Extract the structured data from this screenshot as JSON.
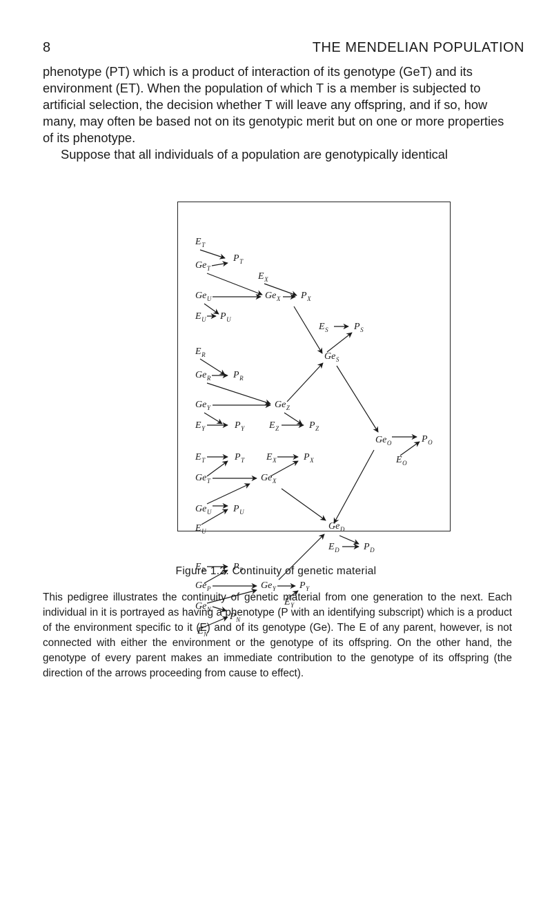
{
  "header": {
    "page_number": "8",
    "chapter_title": "THE MENDELIAN POPULATION"
  },
  "body": {
    "paragraph1": "phenotype (PT) which is a product of interaction of its genotype (GeT) and its environment (ET). When the population of which T is a member is subjected to artificial selection, the decision whether T will leave any offspring, and if so, how many, may often be based not on its genotypic merit but on one or more properties of its phenotype.",
    "paragraph2": "Suppose that all individuals of a population are genotypically identical"
  },
  "figure": {
    "caption_title": "Figure 1.2. Continuity of genetic material",
    "caption_text": "This pedigree illustrates the continuity of genetic material from one generation to the next. Each individual in it is portrayed as having a phenotype (P with an identifying subscript) which is a product of the environment specific to it (E) and of its genotype (Ge). The E of any parent, however, is not connected with either the environment or the genotype of its offspring. On the other hand, the genotype of every parent makes an immediate contribution to the genotype of its offspring (the direction of the arrows proceeding from cause to effect).",
    "nodes": [
      {
        "id": "E-T-a",
        "base": "E",
        "sub": "T"
      },
      {
        "id": "Ge-T-a",
        "base": "Ge",
        "sub": "T"
      },
      {
        "id": "P-T-a",
        "base": "P",
        "sub": "T"
      },
      {
        "id": "E-X-a",
        "base": "E",
        "sub": "X"
      },
      {
        "id": "Ge-U-a",
        "base": "Ge",
        "sub": "U"
      },
      {
        "id": "Ge-X-a",
        "base": "Ge",
        "sub": "X"
      },
      {
        "id": "P-X-a",
        "base": "P",
        "sub": "X"
      },
      {
        "id": "E-U-a",
        "base": "E",
        "sub": "U"
      },
      {
        "id": "P-U-a",
        "base": "P",
        "sub": "U"
      },
      {
        "id": "E-S",
        "base": "E",
        "sub": "S"
      },
      {
        "id": "P-S",
        "base": "P",
        "sub": "S"
      },
      {
        "id": "Ge-S",
        "base": "Ge",
        "sub": "S"
      },
      {
        "id": "E-R",
        "base": "E",
        "sub": "R"
      },
      {
        "id": "Ge-R",
        "base": "Ge",
        "sub": "R"
      },
      {
        "id": "P-R",
        "base": "P",
        "sub": "R"
      },
      {
        "id": "Ge-Y-a",
        "base": "Ge",
        "sub": "Y"
      },
      {
        "id": "Ge-Z",
        "base": "Ge",
        "sub": "Z"
      },
      {
        "id": "E-Y-a",
        "base": "E",
        "sub": "Y"
      },
      {
        "id": "P-Y-a",
        "base": "P",
        "sub": "Y"
      },
      {
        "id": "E-Z",
        "base": "E",
        "sub": "Z"
      },
      {
        "id": "P-Z",
        "base": "P",
        "sub": "Z"
      },
      {
        "id": "Ge-O",
        "base": "Ge",
        "sub": "O"
      },
      {
        "id": "P-O",
        "base": "P",
        "sub": "O"
      },
      {
        "id": "E-O",
        "base": "E",
        "sub": "O"
      },
      {
        "id": "E-T-b",
        "base": "E",
        "sub": "T"
      },
      {
        "id": "P-T-b",
        "base": "P",
        "sub": "T"
      },
      {
        "id": "E-X-b",
        "base": "E",
        "sub": "X"
      },
      {
        "id": "P-X-b",
        "base": "P",
        "sub": "X"
      },
      {
        "id": "Ge-T-b",
        "base": "Ge",
        "sub": "T"
      },
      {
        "id": "Ge-X-b",
        "base": "Ge",
        "sub": "X"
      },
      {
        "id": "Ge-U-b",
        "base": "Ge",
        "sub": "U"
      },
      {
        "id": "P-U-b",
        "base": "P",
        "sub": "U"
      },
      {
        "id": "E-U-b",
        "base": "E",
        "sub": "U"
      },
      {
        "id": "Ge-D",
        "base": "Ge",
        "sub": "D"
      },
      {
        "id": "E-D",
        "base": "E",
        "sub": "D"
      },
      {
        "id": "P-D",
        "base": "P",
        "sub": "D"
      },
      {
        "id": "E-P",
        "base": "E",
        "sub": "P"
      },
      {
        "id": "P-P",
        "base": "P",
        "sub": "P"
      },
      {
        "id": "Ge-P",
        "base": "Ge",
        "sub": "P"
      },
      {
        "id": "Ge-Y-b",
        "base": "Ge",
        "sub": "Y"
      },
      {
        "id": "P-Y-b",
        "base": "P",
        "sub": "Y"
      },
      {
        "id": "E-Y-b",
        "base": "E",
        "sub": "Y"
      },
      {
        "id": "Ge-N",
        "base": "Ge",
        "sub": "N"
      },
      {
        "id": "P-N",
        "base": "P",
        "sub": "N"
      },
      {
        "id": "E-N",
        "base": "E",
        "sub": "N"
      }
    ]
  }
}
